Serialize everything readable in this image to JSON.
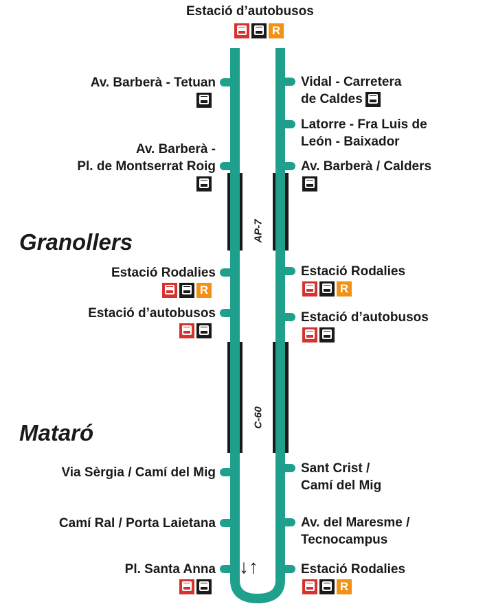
{
  "colors": {
    "line": "#1fa08d",
    "road": "#1a1a1a",
    "bus_red": "#d6322f",
    "bus_black": "#1a1a1a",
    "rail": "#f39016"
  },
  "top_stop": {
    "label": "Estació d’autobusos",
    "icons": [
      "bus-red",
      "bus-black",
      "rail"
    ]
  },
  "cities": {
    "granollers": "Granollers",
    "mataro": "Mataró"
  },
  "highways": {
    "ap7": "AP-7",
    "c60": "C-60"
  },
  "left_stops": [
    {
      "lines": [
        "Av. Barberà - Tetuan"
      ],
      "icons": [
        "bus-black"
      ]
    },
    {
      "lines": [
        "Av. Barberà -",
        "Pl. de Montserrat Roig"
      ],
      "icons": [
        "bus-black"
      ]
    },
    {
      "lines": [
        "Estació Rodalies"
      ],
      "icons": [
        "bus-red",
        "bus-black",
        "rail"
      ]
    },
    {
      "lines": [
        "Estació d’autobusos"
      ],
      "icons": [
        "bus-red",
        "bus-black"
      ]
    },
    {
      "lines": [
        "Via Sèrgia / Camí del Mig"
      ],
      "icons": []
    },
    {
      "lines": [
        "Camí Ral / Porta Laietana"
      ],
      "icons": []
    },
    {
      "lines": [
        "Pl. Santa Anna"
      ],
      "icons": [
        "bus-red",
        "bus-black"
      ]
    }
  ],
  "right_stops": [
    {
      "lines": [
        "Vidal - Carretera",
        "de Caldes"
      ],
      "icons": [
        "bus-black"
      ]
    },
    {
      "lines": [
        "Latorre - Fra Luis de",
        "León - Baixador"
      ],
      "icons": []
    },
    {
      "lines": [
        "Av. Barberà / Calders"
      ],
      "icons": [
        "bus-black"
      ]
    },
    {
      "lines": [
        "Estació Rodalies"
      ],
      "icons": [
        "bus-red",
        "bus-black",
        "rail"
      ]
    },
    {
      "lines": [
        "Estació d’autobusos"
      ],
      "icons": [
        "bus-red",
        "bus-black"
      ]
    },
    {
      "lines": [
        "Sant Crist /",
        "Camí del Mig"
      ],
      "icons": []
    },
    {
      "lines": [
        "Av. del Maresme /",
        "Tecnocampus"
      ],
      "icons": []
    },
    {
      "lines": [
        "Estació Rodalies"
      ],
      "icons": [
        "bus-red",
        "bus-black",
        "rail"
      ]
    }
  ],
  "direction_arrows": "↓↑",
  "rail_icon_text": "R"
}
